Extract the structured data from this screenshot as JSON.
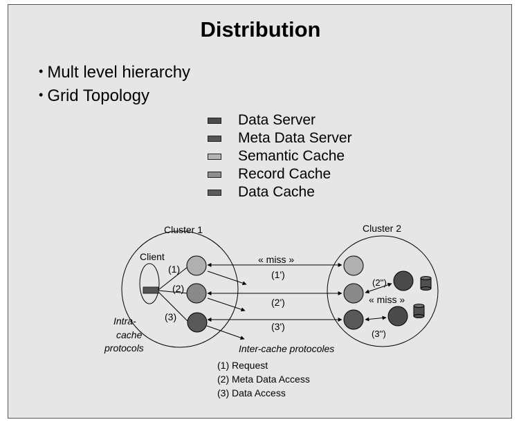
{
  "title": "Distribution",
  "bullets": [
    "Mult level hierarchy",
    "Grid Topology"
  ],
  "legend": [
    {
      "label": "Data Server",
      "color": "#4a4a4a"
    },
    {
      "label": "Meta Data Server",
      "color": "#555555"
    },
    {
      "label": "Semantic Cache",
      "color": "#b4b4b4"
    },
    {
      "label": "Record Cache",
      "color": "#8e8e8e"
    },
    {
      "label": "Data Cache",
      "color": "#5c5c5c"
    }
  ],
  "diagram": {
    "cluster1_label": "Cluster 1",
    "cluster2_label": "Cluster 2",
    "client_label": "Client",
    "step1": "(1)",
    "step2": "(2)",
    "step3": "(3)",
    "step1p": "(1')",
    "step2p": "(2')",
    "step3p": "(3')",
    "step2pp": "(2'')",
    "step3pp": "(3'')",
    "miss_top": "« miss »",
    "miss_right": "« miss »",
    "intra_line1": "Intra-",
    "intra_line2": "cache",
    "intra_line3": "protocols",
    "inter_label": "Inter-cache protocoles",
    "notes": [
      "(1) Request",
      "(2) Meta Data Access",
      "(3) Data Access"
    ]
  }
}
